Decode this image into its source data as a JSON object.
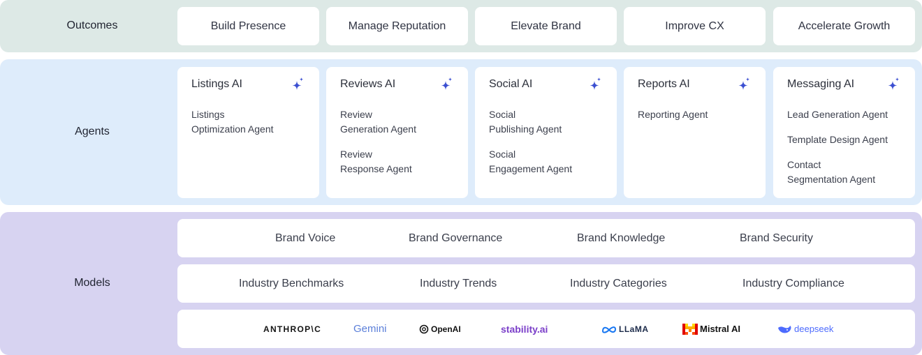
{
  "rows": {
    "outcomes": "Outcomes",
    "agents": "Agents",
    "models": "Models"
  },
  "outcomes": [
    "Build Presence",
    "Manage Reputation",
    "Elevate Brand",
    "Improve CX",
    "Accelerate Growth"
  ],
  "agent_groups": [
    {
      "title": "Listings AI",
      "icon": "sparkle-icon",
      "items": [
        [
          "Listings",
          "Optimization Agent"
        ]
      ]
    },
    {
      "title": "Reviews AI",
      "icon": "sparkle-icon",
      "items": [
        [
          "Review",
          "Generation Agent"
        ],
        [
          "Review",
          "Response Agent"
        ]
      ]
    },
    {
      "title": "Social AI",
      "icon": "sparkle-icon",
      "items": [
        [
          "Social",
          "Publishing Agent"
        ],
        [
          "Social",
          "Engagement Agent"
        ]
      ]
    },
    {
      "title": "Reports AI",
      "icon": "sparkle-icon",
      "items": [
        [
          "Reporting Agent"
        ]
      ]
    },
    {
      "title": "Messaging AI",
      "icon": "sparkle-icon",
      "items": [
        [
          "Lead Generation Agent"
        ],
        [
          "Template Design Agent"
        ],
        [
          "Contact",
          "Segmentation Agent"
        ]
      ]
    }
  ],
  "brand_models": [
    "Brand Voice",
    "Brand Governance",
    "Brand Knowledge",
    "Brand Security"
  ],
  "industry_models": [
    "Industry Benchmarks",
    "Industry Trends",
    "Industry Categories",
    "Industry Compliance"
  ],
  "providers": [
    "ANTHROP\\C",
    "Gemini",
    "OpenAI",
    "stability.ai",
    "LLaMA",
    "Mistral AI",
    "deepseek"
  ],
  "colors": {
    "outcomes_band": "#dde9e6",
    "agents_band": "#deecfb",
    "models_band": "#d7d3f1",
    "sparkle": "#3b4fd1"
  }
}
